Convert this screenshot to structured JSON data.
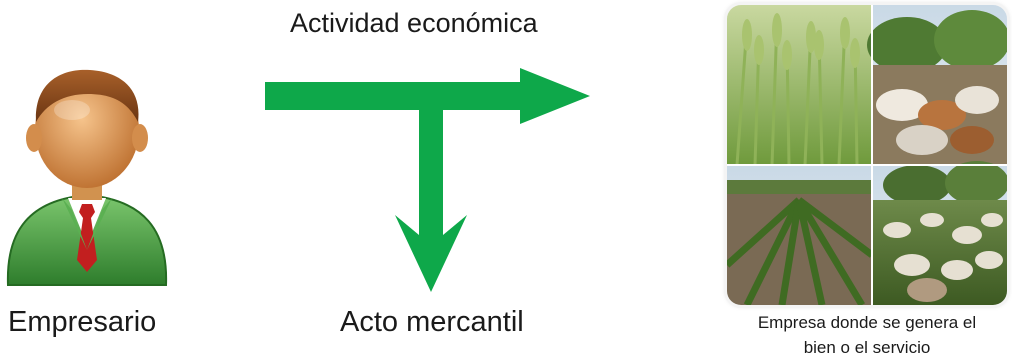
{
  "labels": {
    "activity": "Actividad económica",
    "entrepreneur": "Empresario",
    "mercantile_act": "Acto mercantil",
    "company_line1": "Empresa donde se genera el",
    "company_line2": "bien o el servicio"
  },
  "colors": {
    "arrow": "#0ea84a",
    "suit": "#3c9a3a",
    "tie": "#c21f1f",
    "skin": "#e0a266",
    "hair": "#8a4a1c"
  },
  "icons": [
    "businessman-icon",
    "flow-arrows",
    "farm-photo-collage"
  ]
}
